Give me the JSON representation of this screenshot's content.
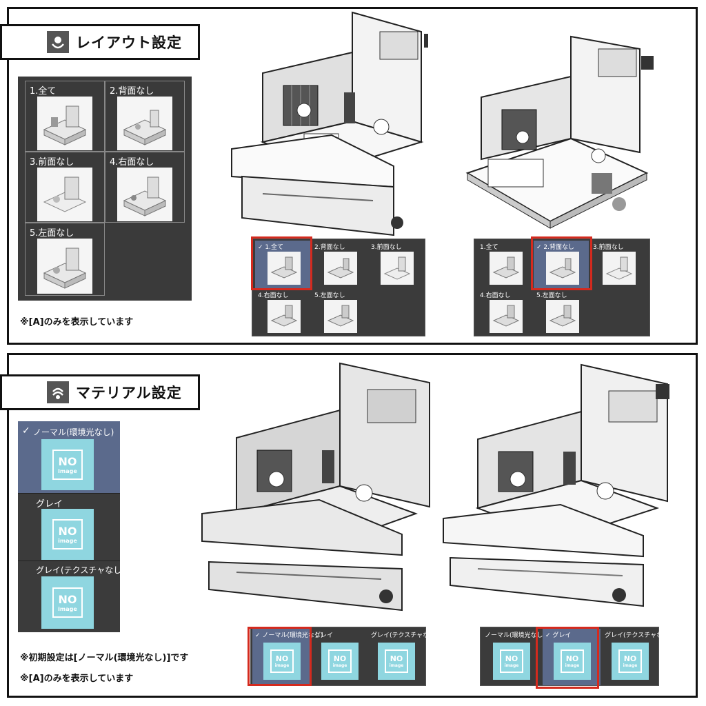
{
  "layout": {
    "title": "レイアウト設定",
    "options": [
      "1.全て",
      "2.背面なし",
      "3.前面なし",
      "4.右面なし",
      "5.左面なし"
    ],
    "note": "※[A]のみを表示しています",
    "mini_left": {
      "options": [
        "1.全て",
        "2.背面なし",
        "3.前面なし",
        "4.右面なし",
        "5.左面なし"
      ],
      "selected_prefix": "✓"
    },
    "mini_right": {
      "options": [
        "1.全て",
        "2.背面なし",
        "3.前面なし",
        "4.右面なし",
        "5.左面なし"
      ],
      "selected_prefix": "✓"
    }
  },
  "material": {
    "title": "マテリアル設定",
    "options": [
      "ノーマル(環境光なし)",
      "グレイ",
      "グレイ(テクスチャなし)"
    ],
    "check": "✓",
    "note1": "※初期設定は[ノーマル(環境光なし)]です",
    "note2": "※[A]のみを表示しています",
    "noimage_text": "NO",
    "noimage_sub": "image",
    "mini_left": [
      "ノーマル(環境光なし)",
      "グレイ",
      "グレイ(テクスチャなし)"
    ],
    "mini_right": [
      "ノーマル(環境光なし)",
      "グレイ",
      "グレイ(テクスチャなし)"
    ]
  },
  "colors": {
    "highlight": "#d42a1e",
    "selected": "#5b6a8c",
    "noimage": "#8fd6e0",
    "panel": "#3a3a3a"
  }
}
